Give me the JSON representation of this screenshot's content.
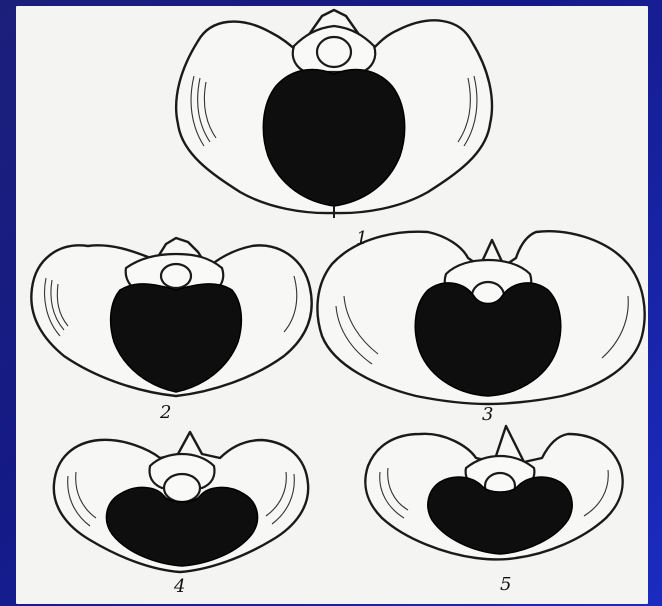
{
  "figure": {
    "labels": [
      "1",
      "2",
      "3",
      "4",
      "5"
    ]
  },
  "colors": {
    "background": "#141a86",
    "panel": "#f4f4f2",
    "ink": "#1a1a1a",
    "inlet": "#0e0e0e"
  }
}
